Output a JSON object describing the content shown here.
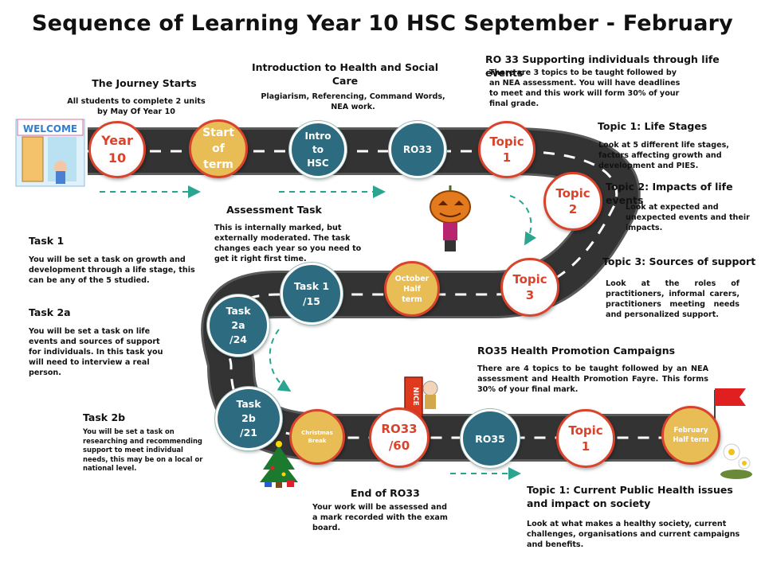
{
  "title": "Sequence of Learning Year 10 HSC September - February",
  "colors": {
    "road": "#3a3a3a",
    "teal_node": "#2d6c80",
    "gold_node": "#e9bd56",
    "red_accent": "#d9432c",
    "arrow": "#2aa58f"
  },
  "nodes": {
    "year10": "Year 10",
    "start_term": "Start of term",
    "intro_hsc": "Intro to HSC",
    "ro33_top": "RO33",
    "topic1_top": "Topic 1",
    "topic2": "Topic 2",
    "topic3": "Topic 3",
    "october": "October Half term",
    "task1": "Task 1 /15",
    "task2a": "Task 2a /24",
    "task2b": "Task 2b /21",
    "christmas": "Christmas Break",
    "ro33_60": "RO33 /60",
    "ro35": "RO35",
    "topic1_bottom": "Topic 1",
    "february": "February Half term"
  },
  "icons": {
    "welcome_sign": "WELCOME",
    "nice_badge": "NICE"
  },
  "journey": {
    "heading": "The Journey Starts",
    "body": "All students to complete 2 units by May Of Year 10"
  },
  "intro": {
    "heading": "Introduction to Health and Social Care",
    "body": "Plagiarism, Referencing, Command Words, NEA work."
  },
  "ro33": {
    "heading": "RO 33 Supporting individuals through life events",
    "body": "There are 3 topics to be taught followed by an NEA assessment. You will have deadlines to meet and this work will form 30% of your final grade."
  },
  "life_stages": {
    "heading": "Topic 1: Life Stages",
    "body": "Look at 5 different life stages, factors affecting growth and development and PIES."
  },
  "impacts": {
    "heading": "Topic 2: Impacts of life events",
    "body": "Look at expected and unexpected events and their impacts."
  },
  "support": {
    "heading": "Topic 3: Sources of support",
    "body": "Look at the roles of practitioners, informal carers, practitioners meeting needs and personalized support."
  },
  "assessment": {
    "heading": "Assessment Task",
    "body": "This is internally marked, but externally moderated. The task changes each year so you need to get it right first time."
  },
  "task1": {
    "heading": "Task 1",
    "body": "You will be set a task on growth and development through a life stage, this can be any of the 5 studied."
  },
  "task2a": {
    "heading": "Task 2a",
    "body": "You will be set a task on life events and sources of support for individuals. In this task you will need to interview a real person."
  },
  "task2b": {
    "heading": "Task 2b",
    "body": "You will be set a task on researching and recommending support to meet individual needs, this may be on a local or national level."
  },
  "ro35": {
    "heading": "RO35 Health Promotion Campaigns",
    "body": "There are 4 topics to be taught followed by an NEA assessment and Health Promotion Fayre. This forms 30% of your final mark."
  },
  "end_ro33": {
    "heading": "End of RO33",
    "body": "Your work will be assessed and a mark recorded with the exam board."
  },
  "public_health": {
    "heading": "Topic 1: Current Public Health issues and impact on society",
    "body": "Look at what makes a healthy society, current challenges, organisations and current campaigns and benefits."
  }
}
